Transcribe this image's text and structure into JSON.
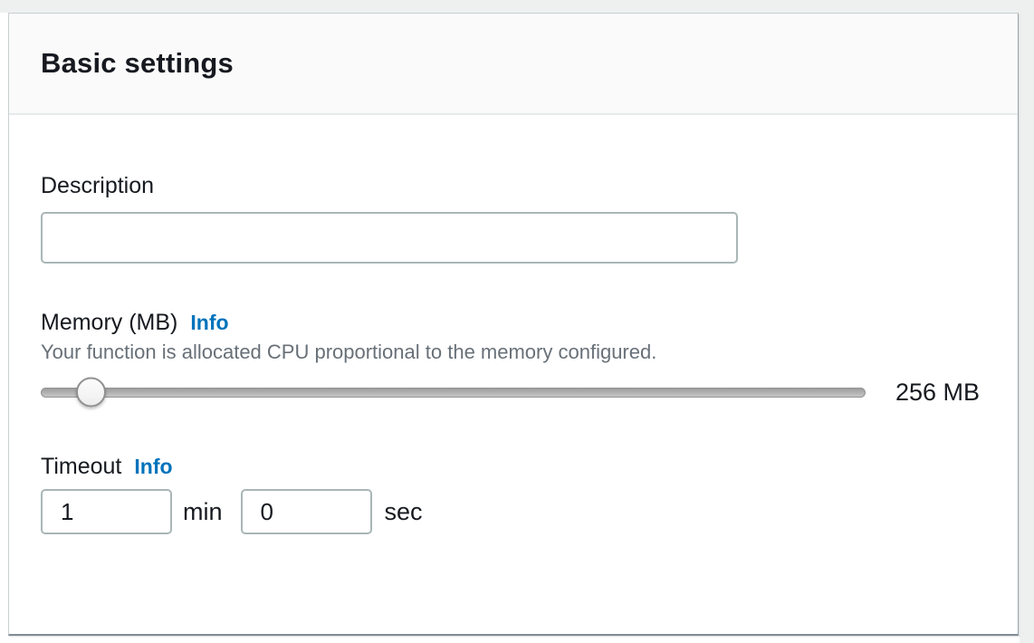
{
  "panel": {
    "title": "Basic settings",
    "description": {
      "label": "Description",
      "value": ""
    },
    "memory": {
      "label": "Memory (MB)",
      "info_label": "Info",
      "help_text": "Your function is allocated CPU proportional to the memory configured.",
      "value_label": "256 MB",
      "slider_percent": 6
    },
    "timeout": {
      "label": "Timeout",
      "info_label": "Info",
      "minutes": {
        "value": "1",
        "unit": "min"
      },
      "seconds": {
        "value": "0",
        "unit": "sec"
      }
    }
  },
  "colors": {
    "link_accent": "#0073bb",
    "text_primary": "#16191f",
    "text_muted": "#687078",
    "header_bg": "#fafafa",
    "input_border": "#a9b6b6"
  }
}
